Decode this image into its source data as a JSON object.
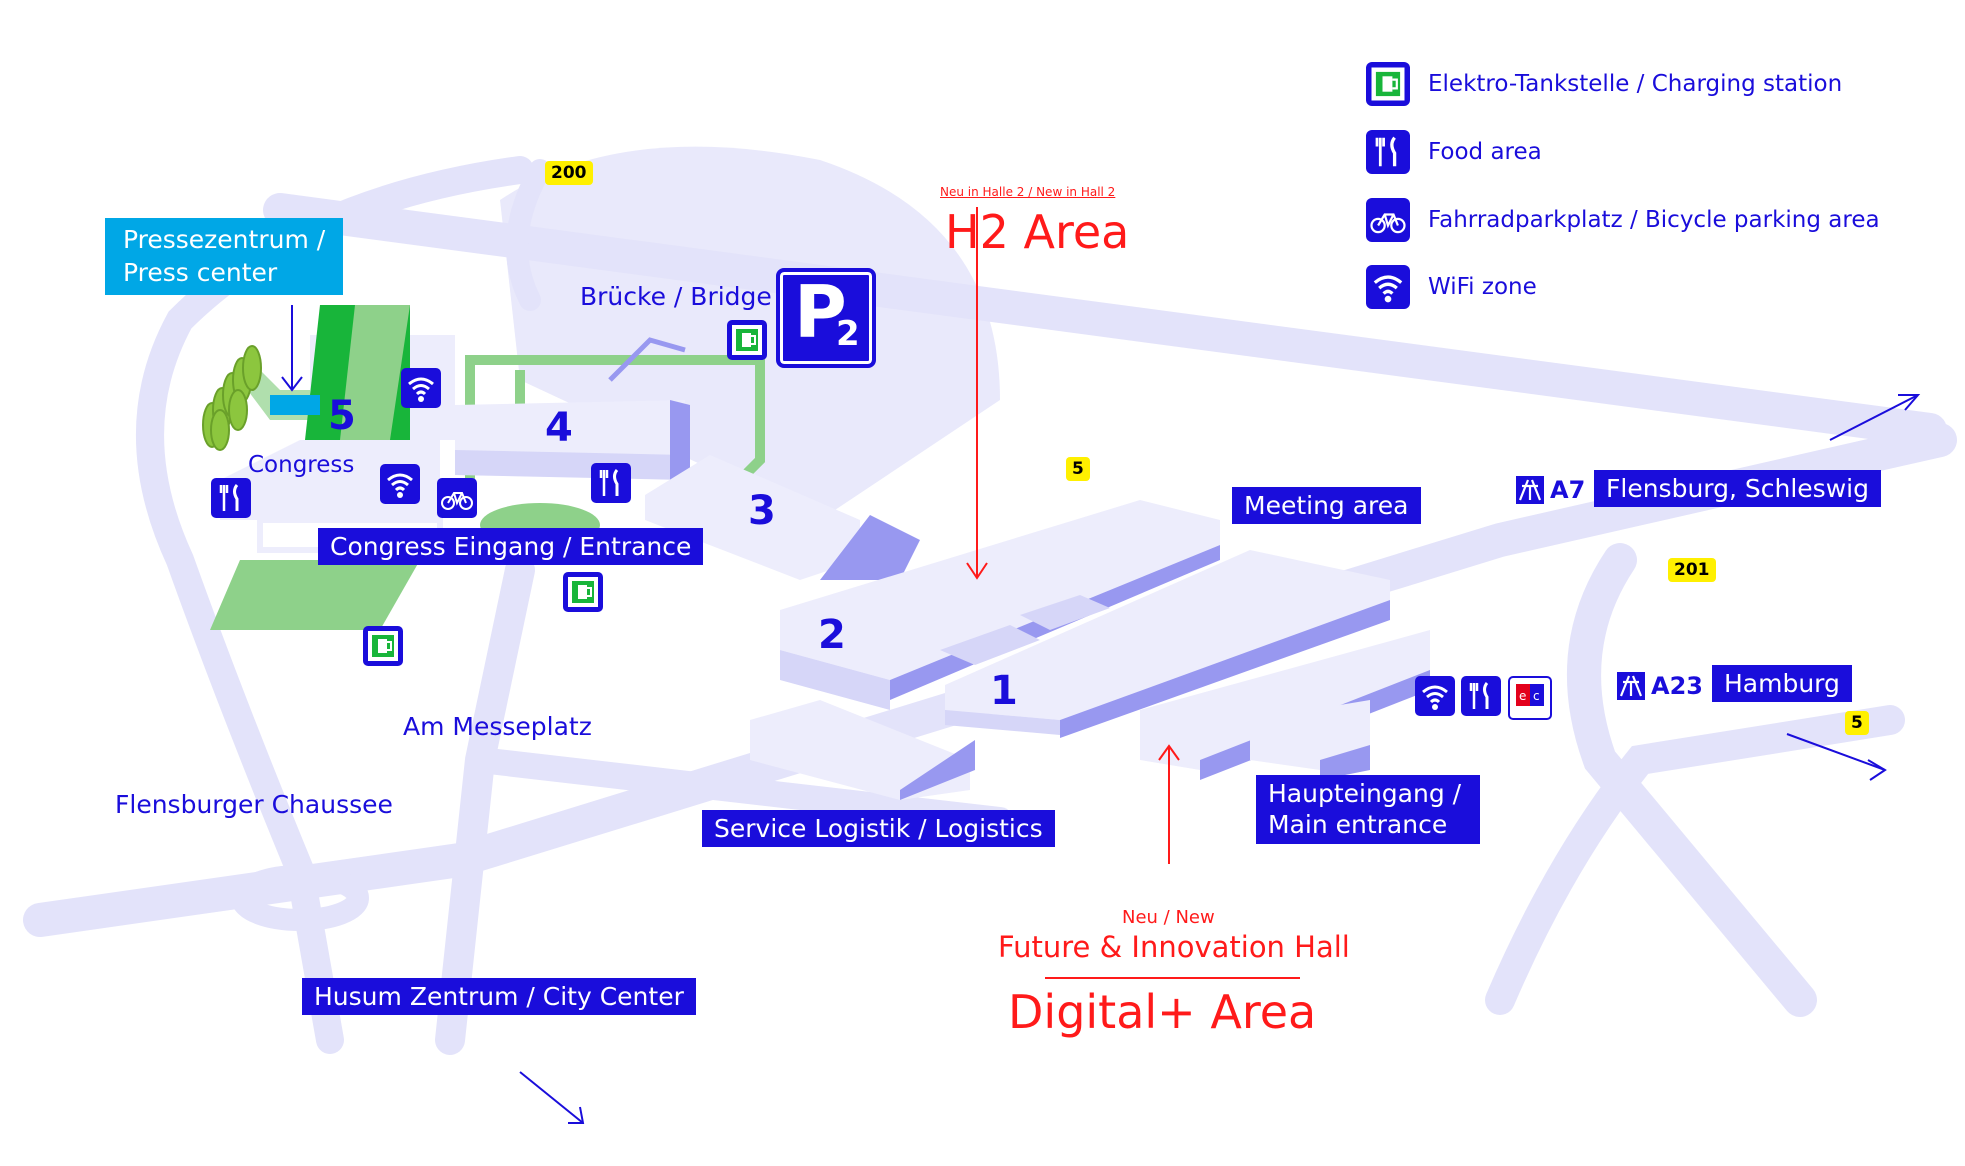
{
  "legend": [
    {
      "icon": "charging-station-icon",
      "label": "Elektro-Tankstelle / Charging station"
    },
    {
      "icon": "food-icon",
      "label": "Food area"
    },
    {
      "icon": "bicycle-icon",
      "label": "Fahrradparkplatz / Bicycle parking area"
    },
    {
      "icon": "wifi-icon",
      "label": "WiFi zone"
    }
  ],
  "halls": [
    "5",
    "4",
    "3",
    "2",
    "1"
  ],
  "labels": {
    "press_center_line1": "Pressezentrum /",
    "press_center_line2": "Press center",
    "bridge": "Brücke / Bridge",
    "congress": "Congress",
    "congress_entrance": "Congress Eingang / Entrance",
    "am_messeplatz": "Am Messeplatz",
    "flensburger_chaussee": "Flensburger Chaussee",
    "husum_center": "Husum Zentrum / City Center",
    "service_logistics": "Service Logistik / Logistics",
    "meeting_area": "Meeting area",
    "main_entrance_line1": "Haupteingang /",
    "main_entrance_line2": "Main entrance",
    "flensburg": "Flensburg, Schleswig",
    "hamburg": "Hamburg"
  },
  "highways": {
    "a7": "A7",
    "a23": "A23"
  },
  "road_numbers": {
    "r200": "200",
    "r5_top": "5",
    "r201": "201",
    "r5_right": "5"
  },
  "parking": {
    "letter": "P",
    "number": "2"
  },
  "h2": {
    "small": "Neu in Halle 2 / New in Hall 2",
    "title": "H2 Area"
  },
  "future": {
    "small": "Neu / New",
    "title": "Future & Innovation Hall",
    "big": "Digital+ Area"
  },
  "colors": {
    "brand_blue": "#1a0ddb",
    "road": "#e3e3fa",
    "building_top": "#ededfc",
    "building_side": "#9898f0",
    "green": "#8ed18a",
    "press": "#00a7e6",
    "highlight_red": "#ff1a1a",
    "road_sign": "#fff000"
  }
}
